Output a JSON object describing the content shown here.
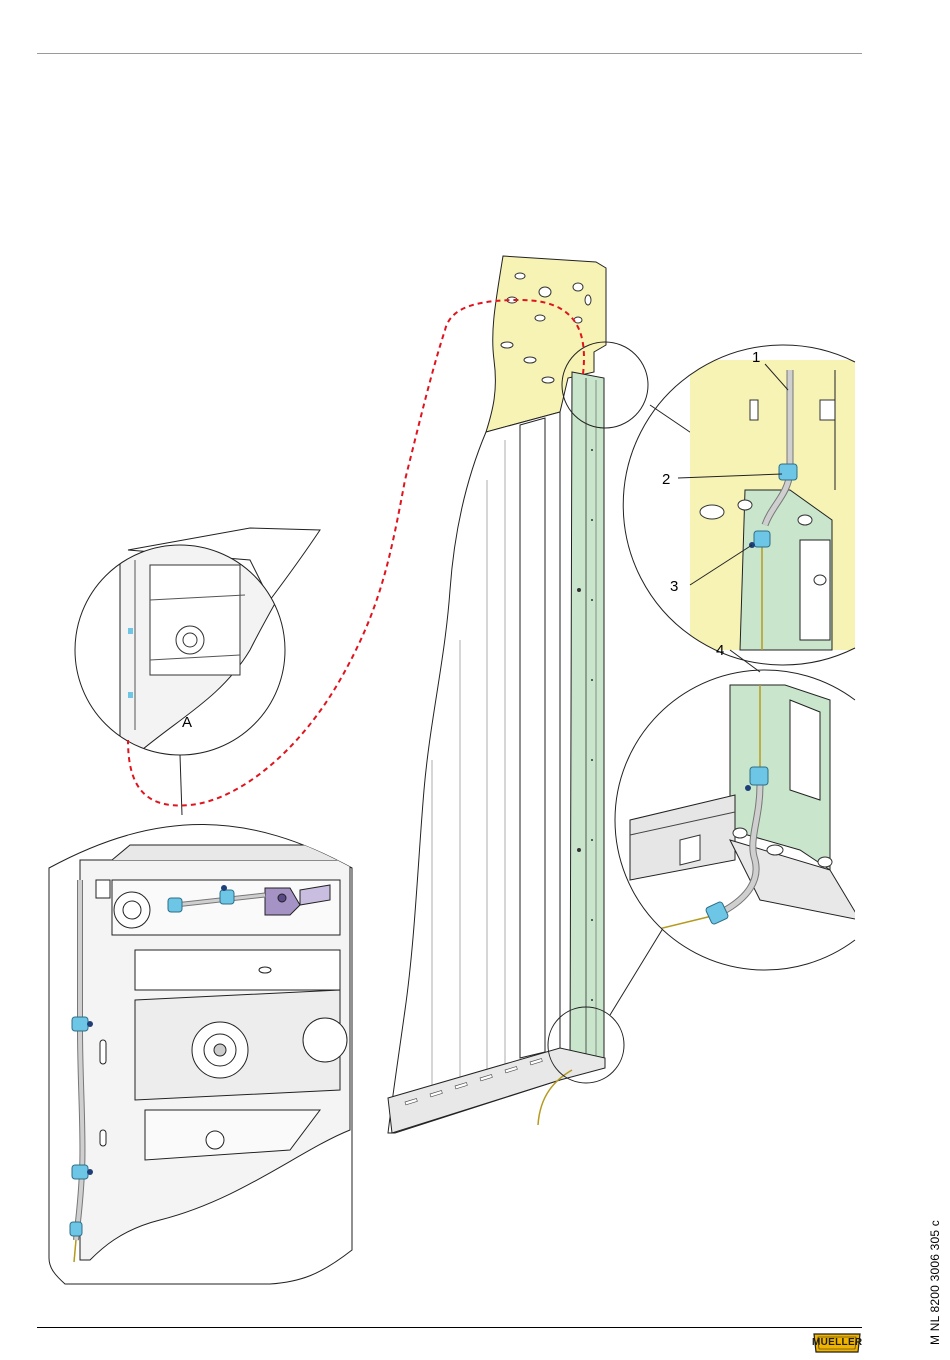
{
  "callouts": {
    "detail_a": "A",
    "one": "1",
    "two": "2",
    "three": "3",
    "four": "4"
  },
  "footer": {
    "document_code": "M NL 8200 3006 305 c",
    "logo_text": "MUELLER"
  },
  "colors": {
    "top_plate": "#f6f3b5",
    "side_channel": "#c9e6cc",
    "clip": "#6ec6e6",
    "route_dashed": "#e0141e",
    "cable": "#b59a1e",
    "tube": "#b8b8b8",
    "bracket": "#a493c4",
    "logo": "#f0b400"
  },
  "icons": {
    "logo": "mueller-logo-icon"
  }
}
